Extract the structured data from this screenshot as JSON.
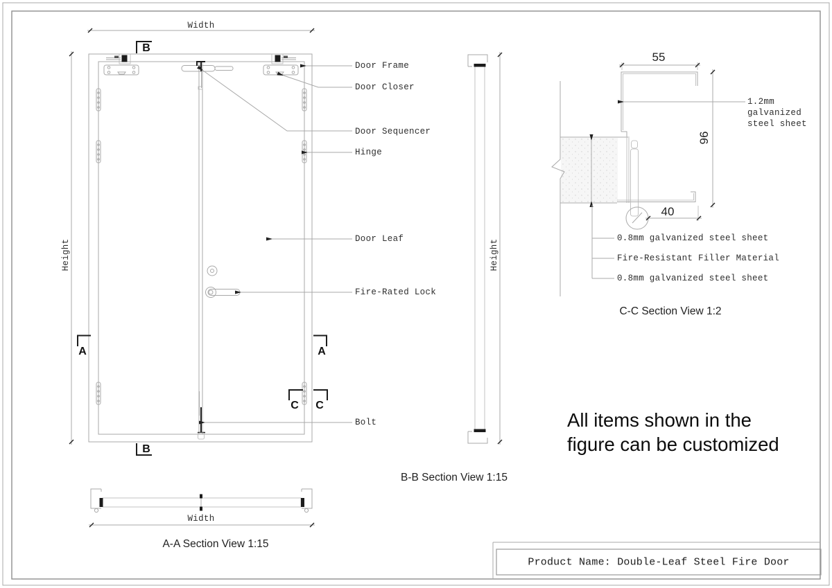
{
  "drawing": {
    "front_view": {
      "width_dim": "Width",
      "height_dim": "Height",
      "marker_b_top": "B",
      "marker_b_bottom": "B",
      "marker_a_left": "A",
      "marker_a_right": "A",
      "marker_c_left": "C",
      "marker_c_right": "C",
      "callout_door_frame": "Door Frame",
      "callout_door_closer": "Door Closer",
      "callout_door_sequencer": "Door Sequencer",
      "callout_hinge": "Hinge",
      "callout_door_leaf": "Door Leaf",
      "callout_fire_rated_lock": "Fire-Rated Lock",
      "callout_bolt": "Bolt"
    },
    "bb_section": {
      "caption": "B-B Section View 1:15",
      "height_dim": "Height"
    },
    "aa_section": {
      "caption": "A-A Section View 1:15",
      "width_dim": "Width"
    },
    "cc_section": {
      "caption": "C-C Section View 1:2",
      "dim_top": "55",
      "dim_right": "96",
      "dim_bottom": "40",
      "label_12mm_line1": "1.2mm",
      "label_12mm_line2": "galvanized",
      "label_12mm_line3": "steel sheet",
      "label_08mm_top": "0.8mm galvanized steel sheet",
      "label_filler": "Fire-Resistant Filler Material",
      "label_08mm_bottom": "0.8mm galvanized steel sheet"
    },
    "note_line1": "All items shown in the",
    "note_line2": "figure can be customized",
    "title_block": {
      "product_name": "Product Name: Double-Leaf Steel Fire Door"
    }
  },
  "colors": {
    "line": "#a9a9a9",
    "dark": "#1c1c1c",
    "text": "#2e2e2e",
    "background": "#ffffff"
  }
}
